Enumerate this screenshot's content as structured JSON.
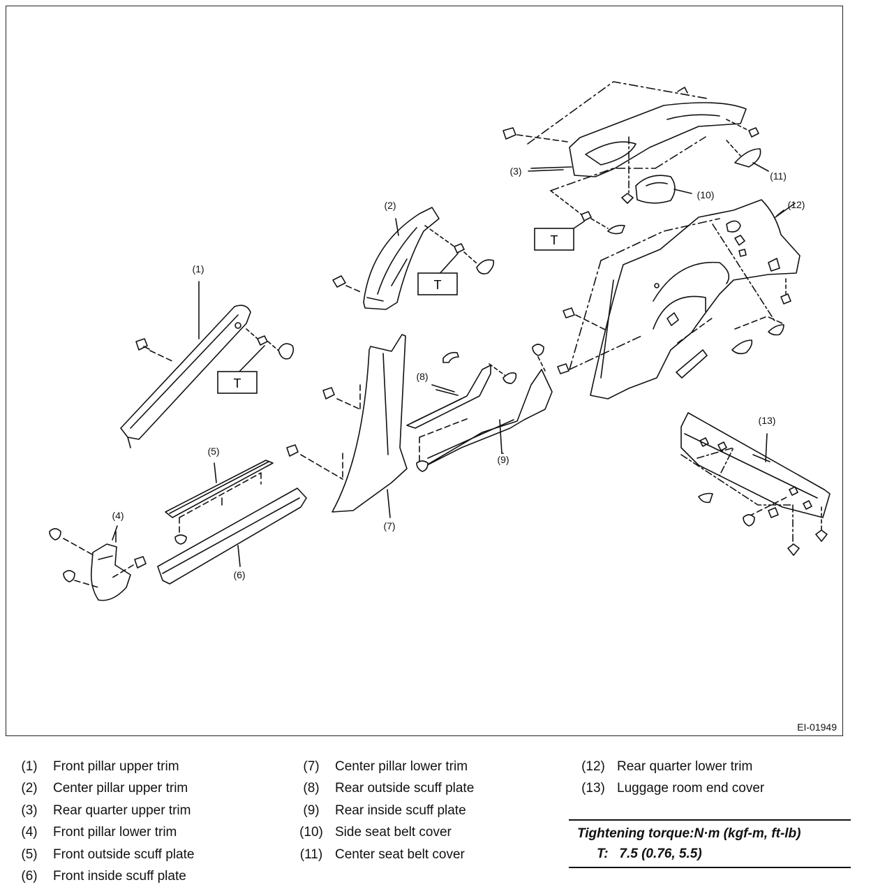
{
  "diagram": {
    "figure_id": "EI-01949",
    "callouts": [
      "(1)",
      "(2)",
      "(3)",
      "(4)",
      "(5)",
      "(6)",
      "(7)",
      "(8)",
      "(9)",
      "(10)",
      "(11)",
      "(12)",
      "(13)"
    ],
    "torque_marker": "T"
  },
  "legend": {
    "column1": [
      {
        "num": "(1)",
        "name": "Front pillar upper trim"
      },
      {
        "num": "(2)",
        "name": "Center pillar upper trim"
      },
      {
        "num": "(3)",
        "name": "Rear quarter upper trim"
      },
      {
        "num": "(4)",
        "name": "Front pillar lower trim"
      },
      {
        "num": "(5)",
        "name": "Front outside scuff plate"
      },
      {
        "num": "(6)",
        "name": "Front inside scuff plate"
      }
    ],
    "column2": [
      {
        "num": "(7)",
        "name": "Center pillar lower trim"
      },
      {
        "num": "(8)",
        "name": "Rear outside scuff plate"
      },
      {
        "num": "(9)",
        "name": "Rear inside scuff plate"
      },
      {
        "num": "(10)",
        "name": "Side seat belt cover"
      },
      {
        "num": "(11)",
        "name": "Center seat belt cover"
      }
    ],
    "column3": [
      {
        "num": "(12)",
        "name": "Rear quarter lower trim"
      },
      {
        "num": "(13)",
        "name": "Luggage room end cover"
      }
    ]
  },
  "torque": {
    "title": "Tightening torque:N·m (kgf-m, ft-lb)",
    "label": "T:",
    "value": "7.5 (0.76, 5.5)"
  }
}
